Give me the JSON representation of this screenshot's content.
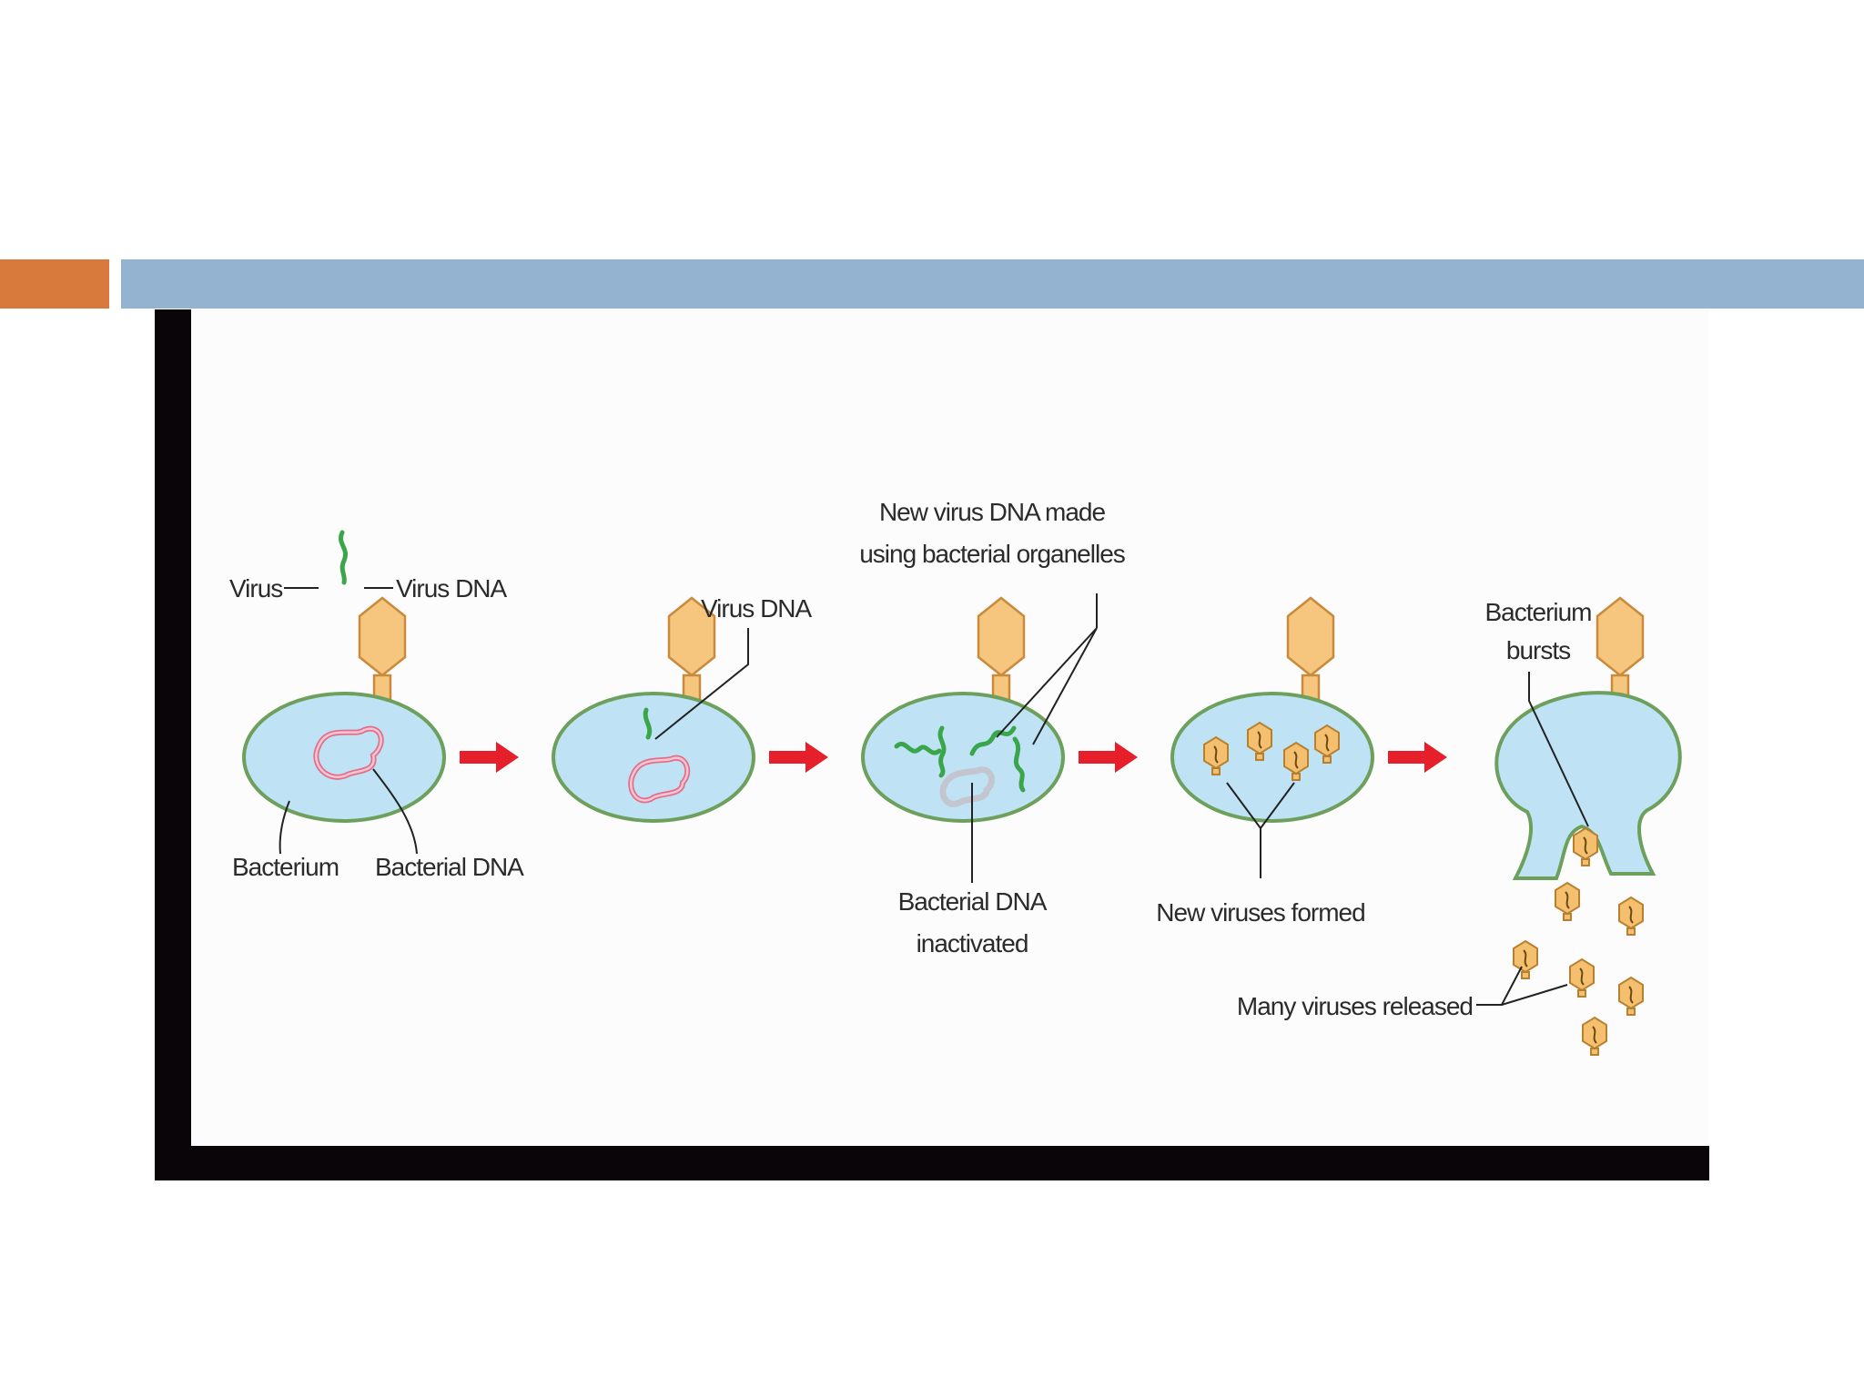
{
  "colors": {
    "accent": "#d97a3d",
    "header_bar": "#93b3d1",
    "frame": "#0a0508",
    "bacterium_fill": "#bfe3f5",
    "bacterium_outline": "#6ea05d",
    "virus": "#f6c57e",
    "virus_dna": "#3aa64a",
    "bacterial_dna": "#e36d8a",
    "arrow": "#e5202a"
  },
  "diagram": {
    "stage1": {
      "virus_label": "Virus",
      "virus_dna_label": "Virus DNA",
      "bacterium_label": "Bacterium",
      "bacterial_dna_label": "Bacterial DNA"
    },
    "stage2": {
      "virus_dna_label": "Virus DNA"
    },
    "stage3": {
      "new_dna_line1": "New virus DNA made",
      "new_dna_line2": "using bacterial organelles",
      "inactivated_line1": "Bacterial DNA",
      "inactivated_line2": "inactivated"
    },
    "stage4": {
      "new_viruses_label": "New viruses formed"
    },
    "stage5": {
      "bursts_line1": "Bacterium",
      "bursts_line2": "bursts",
      "released_label": "Many viruses released"
    }
  }
}
